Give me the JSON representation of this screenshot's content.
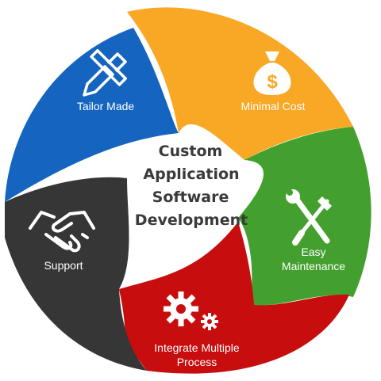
{
  "center_title": [
    "Custom",
    "Application",
    "Software",
    "Development"
  ],
  "segments": [
    {
      "id": "tailor-made",
      "label": [
        "Tailor Made"
      ],
      "color": "#1565c0",
      "icon": "ruler-pencil-icon"
    },
    {
      "id": "minimal-cost",
      "label": [
        "Minimal Cost"
      ],
      "color": "#f9a825",
      "icon": "money-bag-icon"
    },
    {
      "id": "easy-maintenance",
      "label": [
        "Easy",
        "Maintenance"
      ],
      "color": "#43a02e",
      "icon": "wrench-screwdriver-icon"
    },
    {
      "id": "integrate-multiple-process",
      "label": [
        "Integrate Multiple",
        "Process"
      ],
      "color": "#c70d0d",
      "icon": "gears-icon"
    },
    {
      "id": "support",
      "label": [
        "Support"
      ],
      "color": "#363636",
      "icon": "handshake-icon"
    }
  ]
}
